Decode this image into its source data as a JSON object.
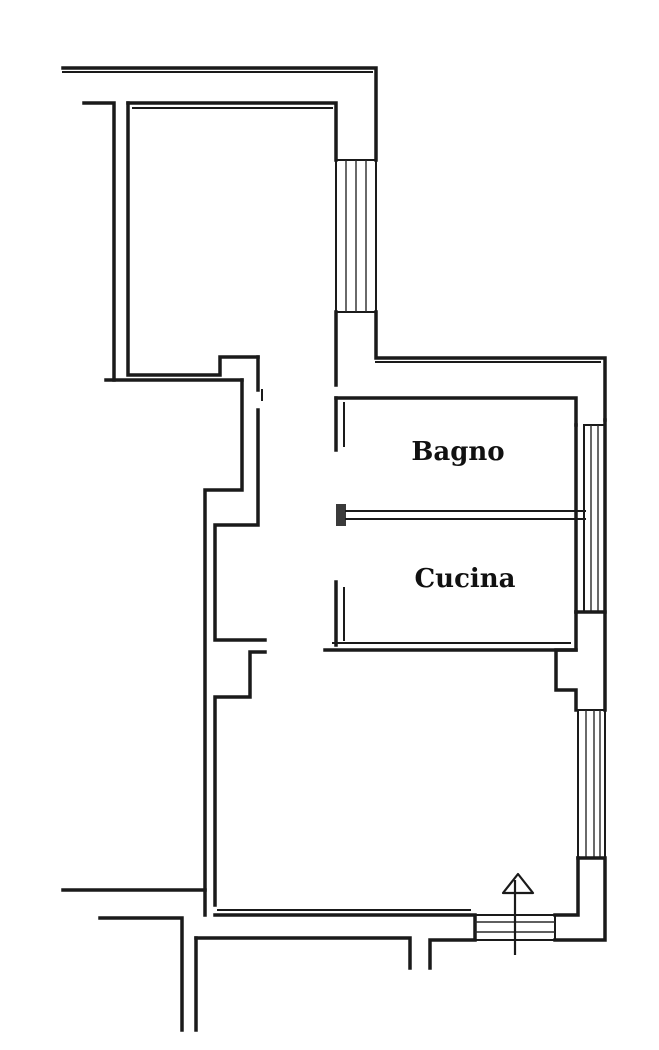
{
  "rooms": [
    {
      "id": "bagno",
      "label": "Bagno"
    },
    {
      "id": "cucina",
      "label": "Cucina"
    }
  ],
  "colors": {
    "ink": "#1a1a1a",
    "paper": "#ffffff"
  },
  "icons": {
    "north_arrow": "north-arrow-icon"
  }
}
